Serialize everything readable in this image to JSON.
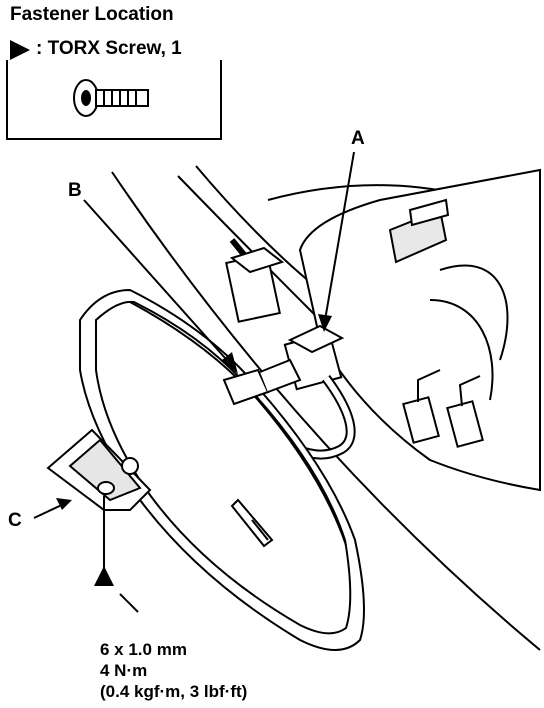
{
  "title": "Fastener Location",
  "legend": {
    "marker_icon": "triangle-marker-icon",
    "label": ": TORX Screw, 1"
  },
  "callouts": {
    "a": "A",
    "b": "B",
    "c": "C"
  },
  "torque_spec": {
    "size": "6 x 1.0 mm",
    "torque_nm": "4 N·m",
    "torque_alt": "(0.4 kgf·m, 3 lbf·ft)"
  },
  "colors": {
    "line": "#000000",
    "fill": "#ffffff",
    "shade": "#d8d8d8"
  }
}
